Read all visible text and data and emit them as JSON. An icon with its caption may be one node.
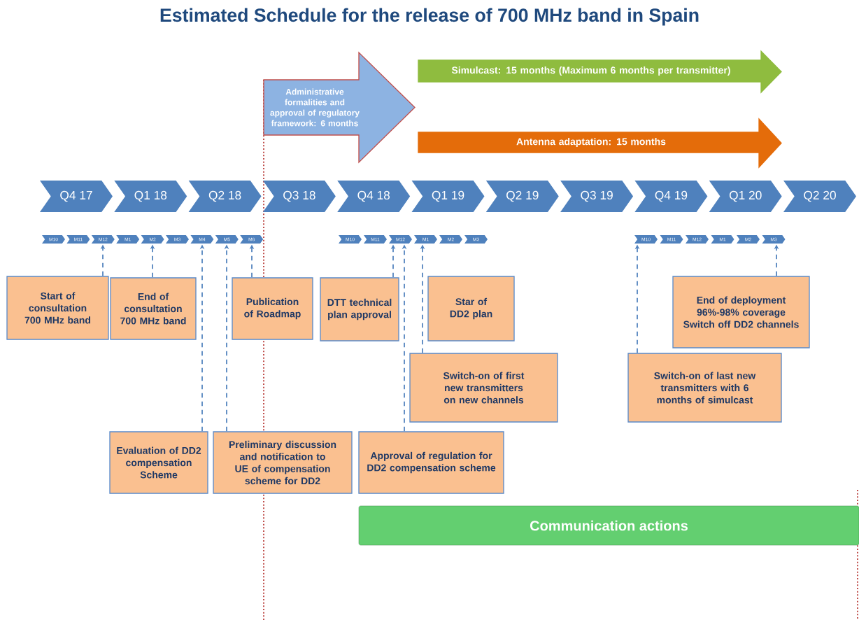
{
  "diagram": {
    "title": "Estimated Schedule for the release of 700 MHz band in Spain",
    "nodes": [
      {
        "text": [
          "Q4 17"
        ]
      },
      {
        "text": [
          "Q1 18"
        ]
      },
      {
        "text": [
          "Q2 18"
        ]
      },
      {
        "text": [
          "Q3 18"
        ]
      },
      {
        "text": [
          "Q4 18"
        ]
      },
      {
        "text": [
          "Q1 19"
        ]
      },
      {
        "text": [
          "Q2 19"
        ]
      },
      {
        "text": [
          "Q3 19"
        ]
      },
      {
        "text": [
          "Q4 19"
        ]
      },
      {
        "text": [
          "Q1 20"
        ]
      },
      {
        "text": [
          "Q2 20"
        ]
      },
      {
        "text": [
          "Administrative formalities and approval of regulatory framework:  6 months"
        ]
      },
      {
        "text": [
          "Simulcast:  15 months (Maximum 6 months per transmitter)"
        ]
      },
      {
        "text": [
          "Antenna adaptation:  15 months"
        ]
      },
      {
        "text": [
          "Communication actions"
        ]
      },
      {
        "text": [
          "M10"
        ]
      },
      {
        "text": [
          "M11"
        ]
      },
      {
        "text": [
          "M12"
        ]
      },
      {
        "text": [
          "M1"
        ]
      },
      {
        "text": [
          "M2"
        ]
      },
      {
        "text": [
          "M3"
        ]
      },
      {
        "text": [
          "M4"
        ]
      },
      {
        "text": [
          "M5"
        ]
      },
      {
        "text": [
          "M6"
        ]
      },
      {
        "text": [
          "M10"
        ]
      },
      {
        "text": [
          "M11"
        ]
      },
      {
        "text": [
          "M12"
        ]
      },
      {
        "text": [
          "M1"
        ]
      },
      {
        "text": [
          "M2"
        ]
      },
      {
        "text": [
          "M3"
        ]
      },
      {
        "text": [
          "M10"
        ]
      },
      {
        "text": [
          "M11"
        ]
      },
      {
        "text": [
          "M12"
        ]
      },
      {
        "text": [
          "M1"
        ]
      },
      {
        "text": [
          "M2"
        ]
      },
      {
        "text": [
          "M3"
        ]
      },
      {
        "text": [
          "Start of consultation 700 MHz band"
        ]
      },
      {
        "text": [
          "End of consultation 700 MHz band"
        ]
      },
      {
        "text": [
          "Publication of Roadmap"
        ]
      },
      {
        "text": [
          "DTT technical plan approval"
        ]
      },
      {
        "text": [
          "Star of DD2 plan"
        ]
      },
      {
        "text": [
          "End of deployment 96%-98% coverage Switch off DD2 channels"
        ]
      },
      {
        "text": [
          "Switch-on of first new transmitters on new channels"
        ]
      },
      {
        "text": [
          "Switch-on of last new transmitters with 6 months of simulcast"
        ]
      },
      {
        "text": [
          "Evaluation of DD2 compensation Scheme"
        ]
      },
      {
        "text": [
          "Preliminary discussion and notification to UE of compensation scheme for DD2"
        ]
      },
      {
        "text": [
          "Approval of regulation for DD2 compensation scheme"
        ]
      }
    ],
    "edges": [
      {
        "from": 36,
        "to": 17,
        "arrow": "to",
        "style": "dashed"
      },
      {
        "from": 37,
        "to": 19,
        "arrow": "to",
        "style": "dashed"
      },
      {
        "from": 44,
        "to": 21,
        "arrow": "to",
        "style": "dashed"
      },
      {
        "from": 45,
        "to": 22,
        "arrow": "to",
        "style": "dashed"
      },
      {
        "from": 38,
        "to": 23,
        "arrow": "to",
        "style": "dashed"
      },
      {
        "from": 39,
        "to": 26,
        "arrow": "to",
        "style": "dashed"
      },
      {
        "from": 46,
        "to": 26,
        "arrow": "to",
        "style": "dashed"
      },
      {
        "from": 42,
        "to": 27,
        "arrow": "to",
        "style": "dashed"
      },
      {
        "from": 43,
        "to": 30,
        "arrow": "to",
        "style": "dashed"
      },
      {
        "from": 41,
        "to": 35,
        "arrow": "to",
        "style": "dashed"
      }
    ]
  }
}
